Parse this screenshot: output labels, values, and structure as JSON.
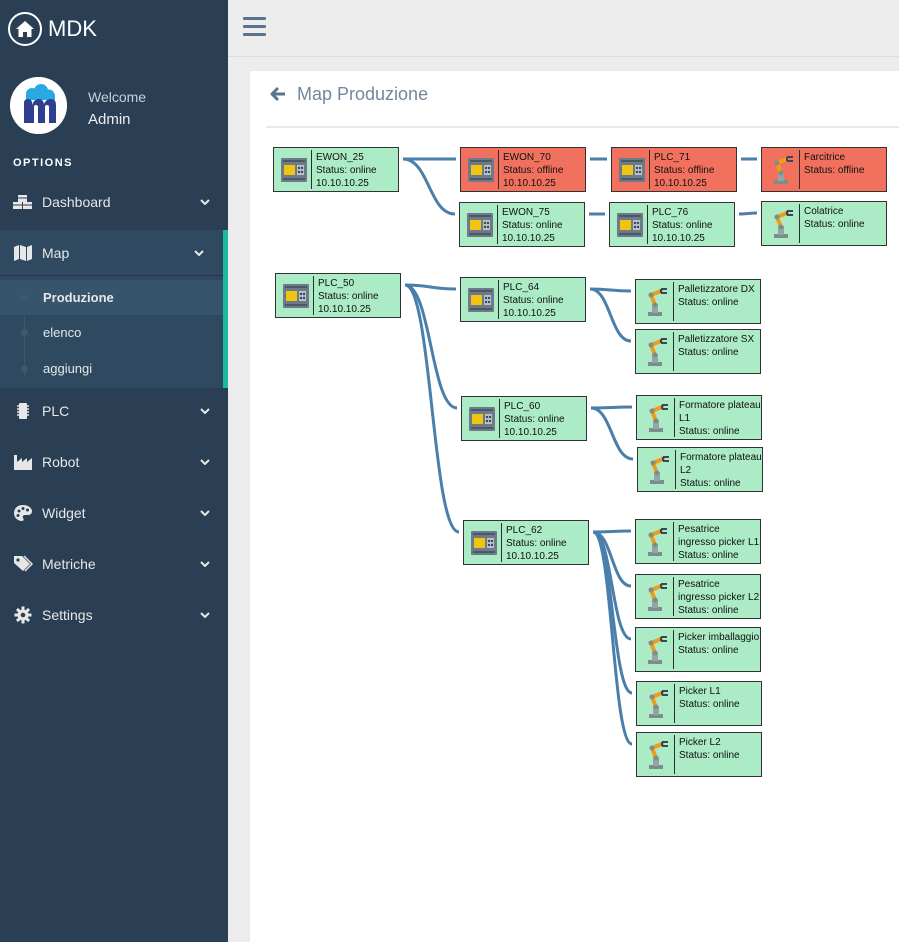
{
  "app": {
    "brand": "MDK"
  },
  "profile": {
    "welcome": "Welcome",
    "username": "Admin"
  },
  "sidebar": {
    "options_label": "OPTIONS",
    "items": [
      {
        "id": "dashboard",
        "label": "Dashboard",
        "icon": "cubes-icon"
      },
      {
        "id": "map",
        "label": "Map",
        "icon": "map-icon"
      },
      {
        "id": "plc",
        "label": "PLC",
        "icon": "chip-icon"
      },
      {
        "id": "robot",
        "label": "Robot",
        "icon": "industry-icon"
      },
      {
        "id": "widget",
        "label": "Widget",
        "icon": "palette-icon"
      },
      {
        "id": "metriche",
        "label": "Metriche",
        "icon": "tags-icon"
      },
      {
        "id": "settings",
        "label": "Settings",
        "icon": "gear-icon"
      }
    ],
    "map_submenu": [
      {
        "label": "Produzione",
        "current": true
      },
      {
        "label": "elenco",
        "current": false
      },
      {
        "label": "aggiungi",
        "current": false
      }
    ]
  },
  "page": {
    "title": "Map Produzione"
  },
  "colors": {
    "online": "#abebc6",
    "offline": "#f1715e",
    "link": "#4a7fab",
    "sidebar": "#2a3f54",
    "accent": "#1abb9c"
  },
  "map": {
    "nodes": [
      {
        "id": "ewon25",
        "type": "plc",
        "name": "EWON_25",
        "status": "Status: online",
        "ip": "10.10.10.25",
        "state": "online"
      },
      {
        "id": "ewon70",
        "type": "plc",
        "name": "EWON_70",
        "status": "Status: offline",
        "ip": "10.10.10.25",
        "state": "offline"
      },
      {
        "id": "plc71",
        "type": "plc",
        "name": "PLC_71",
        "status": "Status: offline",
        "ip": "10.10.10.25",
        "state": "offline"
      },
      {
        "id": "farcitrice",
        "type": "robot",
        "name": "Farcitrice",
        "status": "Status: offline",
        "ip": "",
        "state": "offline"
      },
      {
        "id": "ewon75",
        "type": "plc",
        "name": "EWON_75",
        "status": "Status: online",
        "ip": "10.10.10.25",
        "state": "online"
      },
      {
        "id": "plc76",
        "type": "plc",
        "name": "PLC_76",
        "status": "Status: online",
        "ip": "10.10.10.25",
        "state": "online"
      },
      {
        "id": "colatrice",
        "type": "robot",
        "name": "Colatrice",
        "status": "Status: online",
        "ip": "",
        "state": "online"
      },
      {
        "id": "plc50",
        "type": "plc",
        "name": "PLC_50",
        "status": "Status: online",
        "ip": "10.10.10.25",
        "state": "online"
      },
      {
        "id": "plc64",
        "type": "plc",
        "name": "PLC_64",
        "status": "Status: online",
        "ip": "10.10.10.25",
        "state": "online"
      },
      {
        "id": "paldx",
        "type": "robot",
        "name": "Palletizzatore DX",
        "status": "Status: online",
        "ip": "",
        "state": "online"
      },
      {
        "id": "palsx",
        "type": "robot",
        "name": "Palletizzatore SX",
        "status": "Status: online",
        "ip": "",
        "state": "online"
      },
      {
        "id": "plc60",
        "type": "plc",
        "name": "PLC_60",
        "status": "Status: online",
        "ip": "10.10.10.25",
        "state": "online"
      },
      {
        "id": "form1",
        "type": "robot",
        "name": "Formatore plateau L1",
        "status": "Status: online",
        "ip": "",
        "state": "online"
      },
      {
        "id": "form2",
        "type": "robot",
        "name": "Formatore plateau L2",
        "status": "Status: online",
        "ip": "",
        "state": "online"
      },
      {
        "id": "plc62",
        "type": "plc",
        "name": "PLC_62",
        "status": "Status: online",
        "ip": "10.10.10.25",
        "state": "online"
      },
      {
        "id": "pes1",
        "type": "robot",
        "name": "Pesatrice ingresso picker L1",
        "status": "Status: online",
        "ip": "",
        "state": "online"
      },
      {
        "id": "pes2",
        "type": "robot",
        "name": "Pesatrice ingresso picker L2",
        "status": "Status: online",
        "ip": "",
        "state": "online"
      },
      {
        "id": "pickimb",
        "type": "robot",
        "name": "Picker imballaggio",
        "status": "Status: online",
        "ip": "",
        "state": "online"
      },
      {
        "id": "pick1",
        "type": "robot",
        "name": "Picker L1",
        "status": "Status: online",
        "ip": "",
        "state": "online"
      },
      {
        "id": "pick2",
        "type": "robot",
        "name": "Picker L2",
        "status": "Status: online",
        "ip": "",
        "state": "online"
      }
    ],
    "links": [
      [
        "ewon25",
        "ewon70"
      ],
      [
        "ewon25",
        "ewon75"
      ],
      [
        "ewon70",
        "plc71"
      ],
      [
        "plc71",
        "farcitrice"
      ],
      [
        "ewon75",
        "plc76"
      ],
      [
        "plc76",
        "colatrice"
      ],
      [
        "plc50",
        "plc64"
      ],
      [
        "plc50",
        "plc60"
      ],
      [
        "plc50",
        "plc62"
      ],
      [
        "plc64",
        "paldx"
      ],
      [
        "plc64",
        "palsx"
      ],
      [
        "plc60",
        "form1"
      ],
      [
        "plc60",
        "form2"
      ],
      [
        "plc62",
        "pes1"
      ],
      [
        "plc62",
        "pes2"
      ],
      [
        "plc62",
        "pickimb"
      ],
      [
        "plc62",
        "pick1"
      ],
      [
        "plc62",
        "pick2"
      ]
    ]
  }
}
